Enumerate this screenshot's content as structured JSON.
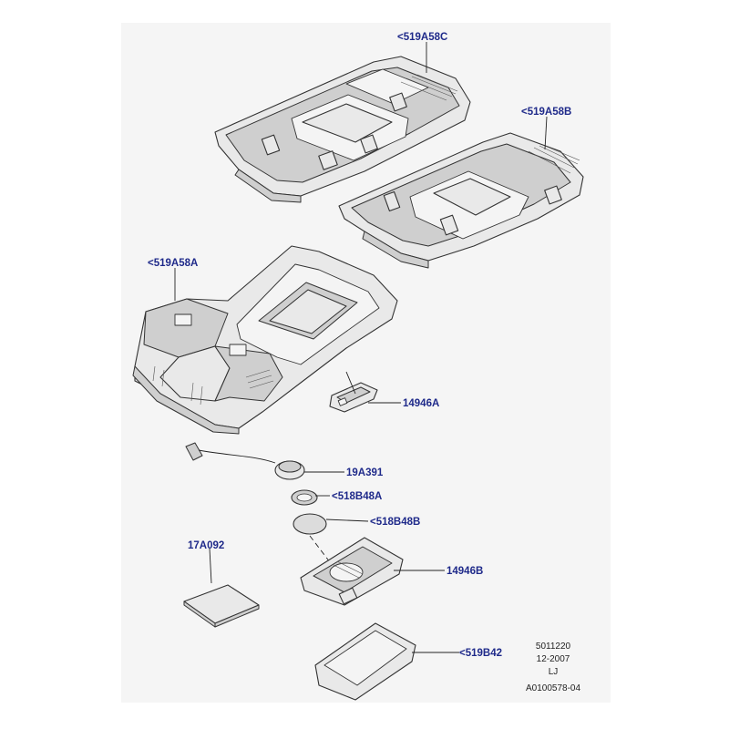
{
  "callouts": [
    {
      "id": "c1",
      "text": "<519A58C"
    },
    {
      "id": "c2",
      "text": "<519A58B"
    },
    {
      "id": "c3",
      "text": "<519A58A"
    },
    {
      "id": "c4",
      "text": "14946A"
    },
    {
      "id": "c5",
      "text": "19A391"
    },
    {
      "id": "c6",
      "text": "<518B48A"
    },
    {
      "id": "c7",
      "text": "<518B48B"
    },
    {
      "id": "c8",
      "text": "17A092"
    },
    {
      "id": "c9",
      "text": "14946B"
    },
    {
      "id": "c10",
      "text": "<519B42"
    }
  ],
  "footer": {
    "line1": "5011220",
    "line2": "12-2007",
    "line3": "LJ",
    "line4": "A0100578-04"
  }
}
